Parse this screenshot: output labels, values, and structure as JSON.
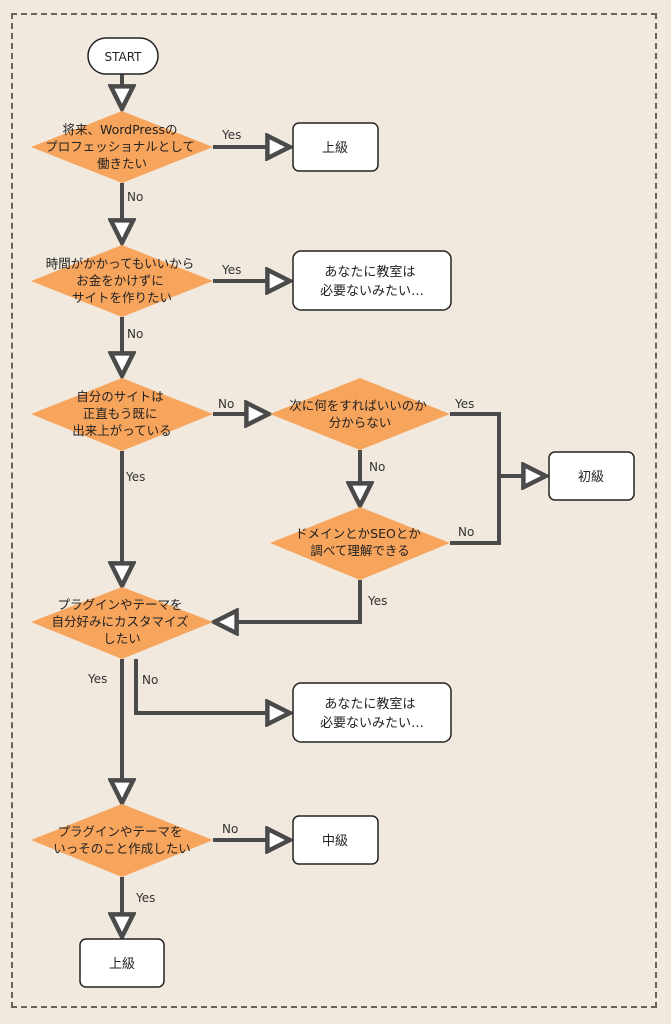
{
  "colors": {
    "background": "#f1e9de",
    "diamond": "#f7a45c",
    "line": "#4a4a4a",
    "box_fill": "#ffffff"
  },
  "nodes": {
    "start": {
      "text": [
        "START"
      ]
    },
    "q1": {
      "text": [
        "将来、WordPressの",
        "プロフェッショナルとして",
        "働きたい"
      ]
    },
    "r_advanced_1": {
      "text": [
        "上級"
      ]
    },
    "q2": {
      "text": [
        "時間がかかってもいいから",
        "お金をかけずに",
        "サイトを作りたい"
      ]
    },
    "r_no_class_1": {
      "text": [
        "あなたに教室は",
        "必要ないみたい…"
      ]
    },
    "q3": {
      "text": [
        "自分のサイトは",
        "正直もう既に",
        "出来上がっている"
      ]
    },
    "q4": {
      "text": [
        "次に何をすればいいのか",
        "分からない"
      ]
    },
    "r_beginner": {
      "text": [
        "初級"
      ]
    },
    "q5": {
      "text": [
        "ドメインとかSEOとか",
        "調べて理解できる"
      ]
    },
    "q6": {
      "text": [
        "プラグインやテーマを",
        "自分好みにカスタマイズ",
        "したい"
      ]
    },
    "r_no_class_2": {
      "text": [
        "あなたに教室は",
        "必要ないみたい…"
      ]
    },
    "q7": {
      "text": [
        "プラグインやテーマを",
        "いっそのこと作成したい"
      ]
    },
    "r_intermediate": {
      "text": [
        "中級"
      ]
    },
    "r_advanced_2": {
      "text": [
        "上級"
      ]
    }
  },
  "edge_labels": {
    "q1_yes": "Yes",
    "q1_no": "No",
    "q2_yes": "Yes",
    "q2_no": "No",
    "q3_no": "No",
    "q3_yes": "Yes",
    "q4_yes": "Yes",
    "q4_no": "No",
    "q5_no": "No",
    "q5_yes": "Yes",
    "q6_yes": "Yes",
    "q6_no": "No",
    "q7_no": "No",
    "q7_yes": "Yes"
  }
}
